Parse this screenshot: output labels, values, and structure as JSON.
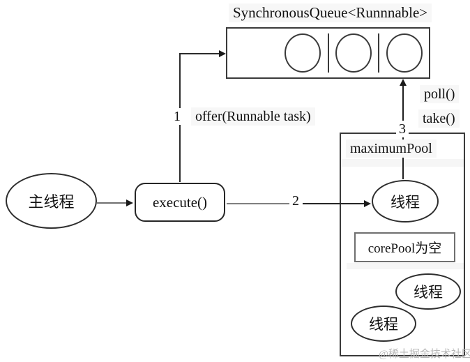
{
  "diagram": {
    "title": "SynchronousQueue<Runnnable>",
    "queue": {
      "cell_count": 4,
      "task_count": 3
    },
    "flow_labels": {
      "step1_num": "1",
      "offer": "offer(Runnable task)",
      "step2_num": "2",
      "step3_num": "3",
      "poll": "poll()",
      "take": "take()"
    },
    "nodes": {
      "main_thread": "主线程",
      "execute": "execute()",
      "maximum_pool": "maximumPool",
      "core_pool_note": "corePool为空",
      "threads": [
        "线程",
        "线程",
        "线程"
      ]
    },
    "watermark": "@稀土掘金技术社区",
    "colors": {
      "line_dark": "#2b2b2b",
      "line_gray": "#7a7a7a",
      "border": "#3a3a3a",
      "watermark": "#b8b8b8"
    }
  }
}
